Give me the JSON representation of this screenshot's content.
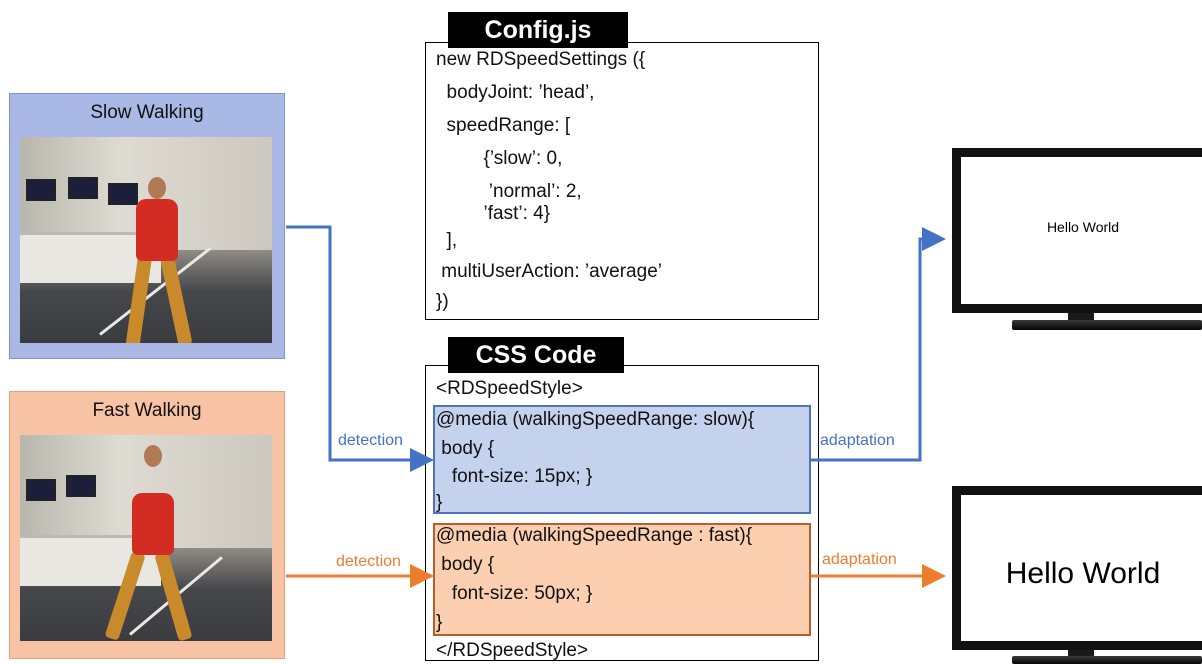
{
  "slow_panel": {
    "title": "Slow Walking"
  },
  "fast_panel": {
    "title": "Fast Walking"
  },
  "config": {
    "title": "Config.js",
    "lines": [
      "new RDSpeedSettings ({",
      "  bodyJoint: ’head’,",
      "  speedRange: [",
      "         {’slow’: 0,",
      "          ’normal’: 2,",
      "         ’fast’: 4}",
      "  ],",
      " multiUserAction: ’average’",
      "})"
    ]
  },
  "css": {
    "title": "CSS Code",
    "open_tag": "<RDSpeedStyle>",
    "slow_block": [
      "@media (walkingSpeedRange: slow){",
      " body {",
      "   font-size: 15px; }",
      "}"
    ],
    "fast_block": [
      "@media (walkingSpeedRange : fast){",
      " body {",
      "   font-size: 50px; }",
      "}"
    ],
    "close_tag": "</RDSpeedStyle>"
  },
  "labels": {
    "detection_slow": "detection",
    "detection_fast": "detection",
    "adaptation_slow": "adaptation",
    "adaptation_fast": "adaptation"
  },
  "screens": {
    "slow_text": "Hello World",
    "fast_text": "Hello World"
  },
  "colors": {
    "blue_arrow": "#4472c4",
    "orange_arrow": "#ed7d31",
    "slow_panel_bg": "#a9b8e4",
    "fast_panel_bg": "#f8c2a5"
  }
}
